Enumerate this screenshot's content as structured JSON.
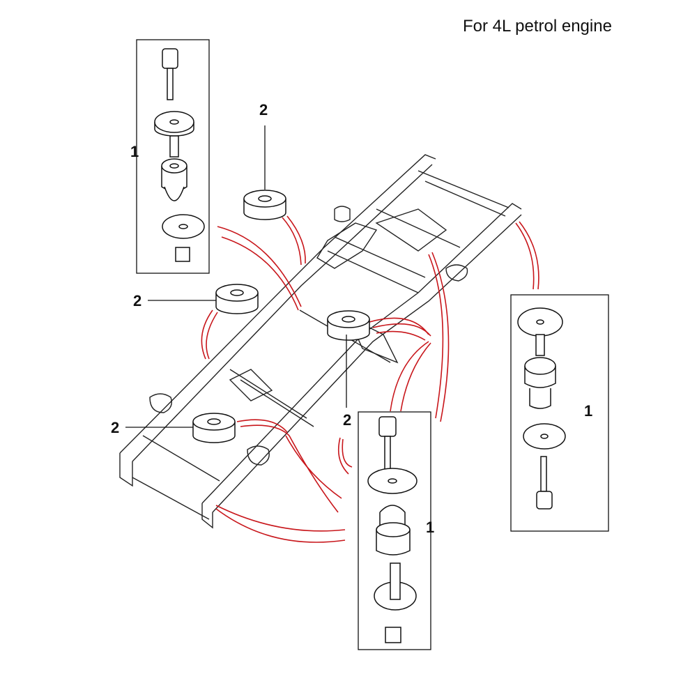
{
  "caption": "For 4L petrol engine",
  "callouts": {
    "mount_kit_label": "1",
    "pad_label": "2"
  },
  "colors": {
    "leader_lines": "#c8161b",
    "linework": "#111111"
  }
}
